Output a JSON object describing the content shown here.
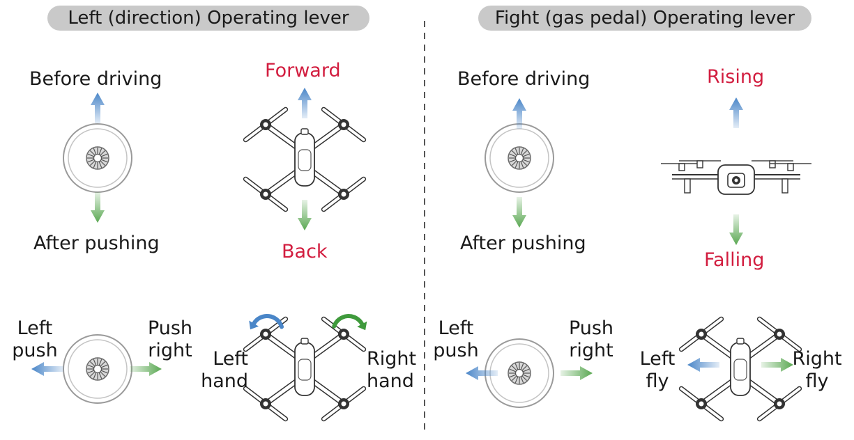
{
  "left_panel": {
    "title": "Left (direction) Operating lever",
    "before_driving": "Before driving",
    "after_pushing": "After pushing",
    "forward": "Forward",
    "back": "Back",
    "left_push": [
      "Left",
      "push"
    ],
    "push_right": [
      "Push",
      "right"
    ],
    "left_hand": [
      "Left",
      "hand"
    ],
    "right_hand": [
      "Right",
      "hand"
    ]
  },
  "right_panel": {
    "title": "Fight (gas pedal) Operating lever",
    "before_driving": "Before driving",
    "after_pushing": "After pushing",
    "rising": "Rising",
    "falling": "Falling",
    "left_push": [
      "Left",
      "push"
    ],
    "push_right": [
      "Push",
      "right"
    ],
    "left_fly": [
      "Left",
      "fly"
    ],
    "right_fly": [
      "Right",
      "fly"
    ]
  },
  "colors": {
    "pill": "#c9c9c9",
    "accent_red": "#d21d3f",
    "arrow_blue": "#4a86c8",
    "arrow_green": "#5aa852",
    "divider": "#555555"
  },
  "icons": [
    "joystick-icon",
    "drone-top-view-icon",
    "drone-side-view-icon",
    "arrow-icon",
    "rotate-arrow-icon"
  ]
}
